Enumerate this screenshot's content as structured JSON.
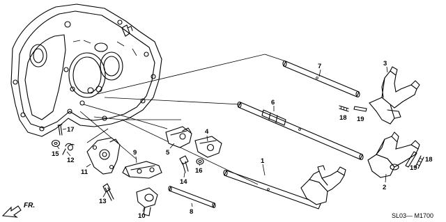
{
  "diagram": {
    "callouts": [
      {
        "id": "1",
        "label": "1"
      },
      {
        "id": "2",
        "label": "2"
      },
      {
        "id": "3",
        "label": "3"
      },
      {
        "id": "4",
        "label": "4"
      },
      {
        "id": "5",
        "label": "5"
      },
      {
        "id": "6",
        "label": "6"
      },
      {
        "id": "7",
        "label": "7"
      },
      {
        "id": "8",
        "label": "8"
      },
      {
        "id": "9",
        "label": "9"
      },
      {
        "id": "10",
        "label": "10"
      },
      {
        "id": "11",
        "label": "11"
      },
      {
        "id": "12",
        "label": "12"
      },
      {
        "id": "13",
        "label": "13"
      },
      {
        "id": "14",
        "label": "14"
      },
      {
        "id": "15",
        "label": "15"
      },
      {
        "id": "16",
        "label": "16"
      },
      {
        "id": "17",
        "label": "17"
      },
      {
        "id": "18a",
        "label": "18"
      },
      {
        "id": "18b",
        "label": "18"
      },
      {
        "id": "19a",
        "label": "19"
      },
      {
        "id": "19b",
        "label": "19"
      }
    ],
    "front_arrow_label": "FR.",
    "drawing_code": "SL03— M1700"
  }
}
